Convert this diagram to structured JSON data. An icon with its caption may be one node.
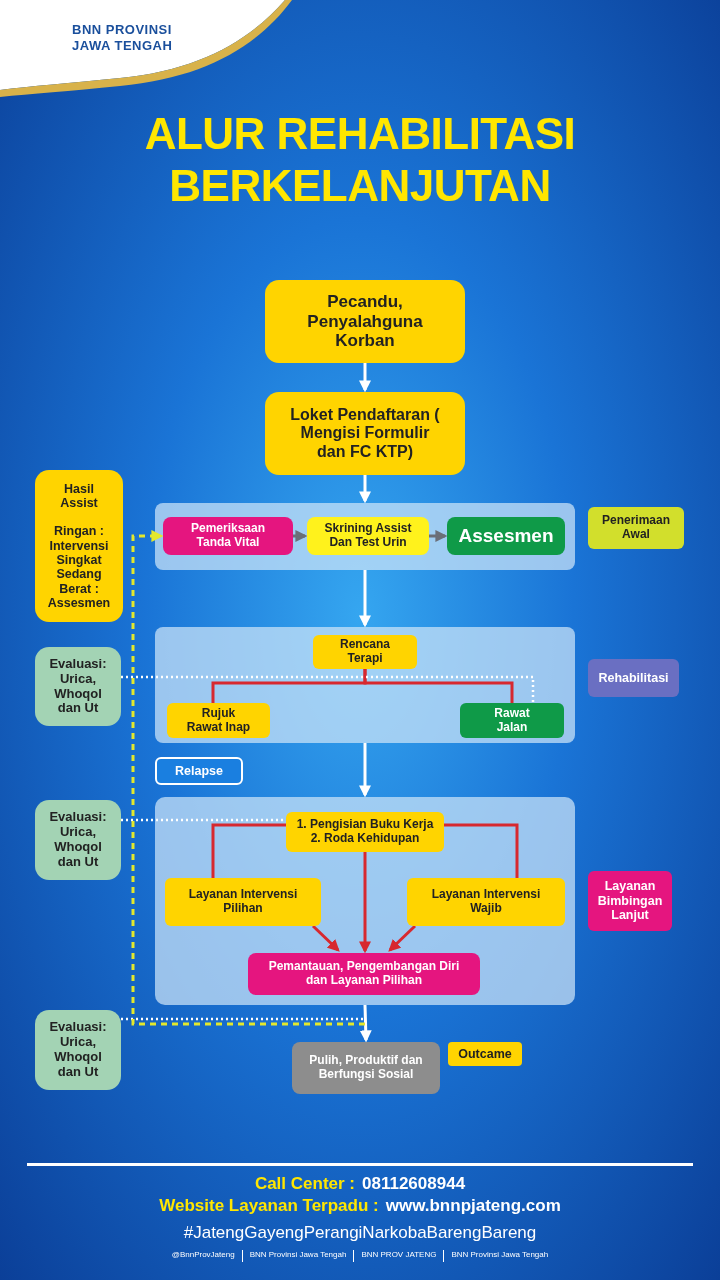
{
  "diagram": {
    "title": "ALUR REHABILITASI BERKELANJUTAN",
    "nodes": [
      {
        "text": [
          "Pecandu, Penyalahguna Korban"
        ]
      },
      {
        "text": [
          "Loket Pendaftaran ( Mengisi Formulir dan FC KTP)"
        ]
      },
      {
        "text": [],
        "shape": "box"
      },
      {
        "text": [
          "Pemeriksaan Tanda Vital"
        ],
        "in": 2
      },
      {
        "text": [
          "Skrining Assist Dan Test Urin"
        ],
        "in": 2
      },
      {
        "text": [
          "Assesmen"
        ],
        "in": 2
      },
      {
        "text": [
          "Penerimaan Awal"
        ]
      },
      {
        "text": [
          "Hasil Assist",
          "Ringan : Intervensi Singkat Sedang Berat : Assesmen"
        ]
      },
      {
        "text": [],
        "shape": "box"
      },
      {
        "text": [
          "Rencana Terapi"
        ],
        "in": 8
      },
      {
        "text": [
          "Rujuk Rawat Inap"
        ],
        "in": 8
      },
      {
        "text": [
          "Rawat Jalan"
        ],
        "in": 8
      },
      {
        "text": [
          "Evaluasi: Urica, Whoqol dan Ut"
        ]
      },
      {
        "text": [
          "Rehabilitasi"
        ]
      },
      {
        "text": [
          "Relapse"
        ]
      },
      {
        "text": [],
        "shape": "box"
      },
      {
        "text": [
          "1. Pengisian Buku Kerja 2. Roda Kehidupan"
        ],
        "in": 15
      },
      {
        "text": [
          "Layanan Intervensi Pilihan"
        ],
        "in": 15
      },
      {
        "text": [
          "Layanan Intervensi Wajib"
        ],
        "in": 15
      },
      {
        "text": [
          "Pemantauan, Pengembangan Diri dan Layanan Pilihan"
        ],
        "in": 15
      },
      {
        "text": [
          "Evaluasi: Urica, Whoqol dan Ut"
        ]
      },
      {
        "text": [
          "Layanan Bimbingan Lanjut"
        ]
      },
      {
        "text": [
          "Evaluasi: Urica, Whoqol dan Ut"
        ]
      },
      {
        "text": [
          "Pulih, Produktif dan Berfungsi Sosial"
        ]
      },
      {
        "text": [
          "Outcame"
        ]
      }
    ],
    "edges": [
      {
        "from": 0,
        "to": 1,
        "arrow": "to",
        "color": "#ffffff"
      },
      {
        "from": 1,
        "to": 2,
        "arrow": "to",
        "color": "#ffffff"
      },
      {
        "from": 3,
        "to": 4,
        "arrow": "to",
        "color": "#6b6f78"
      },
      {
        "from": 4,
        "to": 5,
        "arrow": "to",
        "color": "#6b6f78"
      },
      {
        "from": 2,
        "to": 8,
        "arrow": "to",
        "color": "#ffffff"
      },
      {
        "from": 9,
        "to": 10,
        "arrow": "none",
        "color": "#d7282f"
      },
      {
        "from": 9,
        "to": 11,
        "arrow": "none",
        "color": "#d7282f"
      },
      {
        "from": 8,
        "to": 15,
        "arrow": "to",
        "color": "#ffffff"
      },
      {
        "from": 16,
        "to": 17,
        "arrow": "none",
        "color": "#d7282f"
      },
      {
        "from": 16,
        "to": 18,
        "arrow": "none",
        "color": "#d7282f"
      },
      {
        "from": 16,
        "to": 19,
        "arrow": "to",
        "color": "#d7282f"
      },
      {
        "from": 17,
        "to": 19,
        "arrow": "to",
        "color": "#d7282f"
      },
      {
        "from": 18,
        "to": 19,
        "arrow": "to",
        "color": "#d7282f"
      },
      {
        "from": 15,
        "to": 23,
        "arrow": "to",
        "color": "#ffffff"
      },
      {
        "from": 12,
        "to": 11,
        "arrow": "none",
        "style": "dashed",
        "color": "#ffffff"
      },
      {
        "from": 20,
        "to": 16,
        "arrow": "none",
        "style": "dashed",
        "color": "#ffffff"
      },
      {
        "from": 22,
        "to": 15,
        "arrow": "none",
        "style": "dashed",
        "color": "#ffffff"
      },
      {
        "from": null,
        "to": 3,
        "arrow": "to",
        "style": "dashed",
        "color": "#e3e82c"
      }
    ],
    "labels": [
      "BNN PROVINSI JAWA TENGAH",
      "Call Center :",
      "08112608944",
      "Website Layanan Terpadu :",
      "www.bnnpjateng.com",
      "#JatengGayengPerangiNarkobaBarengBareng",
      "@BnnProvJateng",
      "BNN Provinsi Jawa Tengah",
      "BNN PROV JATENG",
      "BNN Provinsi Jawa Tengah"
    ]
  }
}
